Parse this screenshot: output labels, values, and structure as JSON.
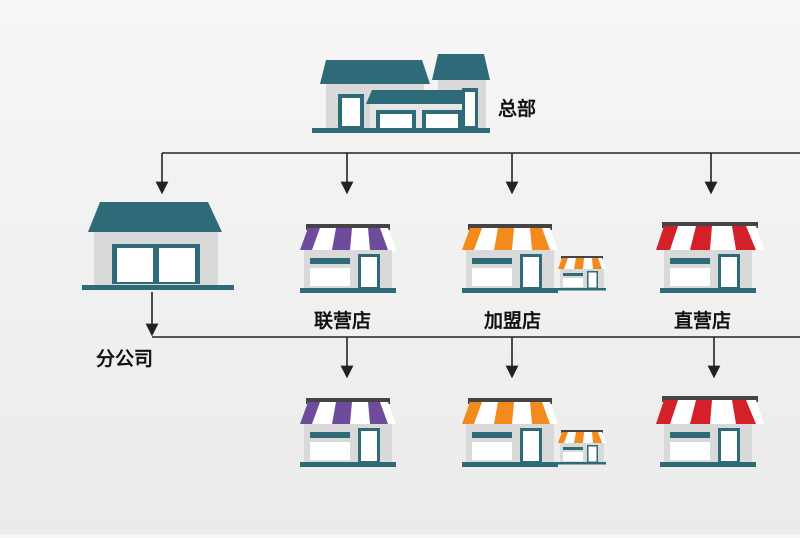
{
  "labels": {
    "headquarters": "总部",
    "branch": "分公司",
    "alliance": "联营店",
    "franchise": "加盟店",
    "direct": "直营店"
  },
  "colors": {
    "roof_teal": "#2f6a78",
    "teal_dark": "#275d69",
    "wall_gray": "#d9d9d9",
    "window_white": "#ffffff",
    "awning_purple": "#6e4b9b",
    "awning_orange": "#f28a1c",
    "awning_red": "#d42029",
    "line": "#222222"
  },
  "icons": {
    "headquarters": "office-building-icon",
    "branch": "branch-building-icon",
    "alliance": "purple-awning-shop-icon",
    "franchise": "orange-awning-shop-icon",
    "direct": "red-awning-shop-icon"
  }
}
